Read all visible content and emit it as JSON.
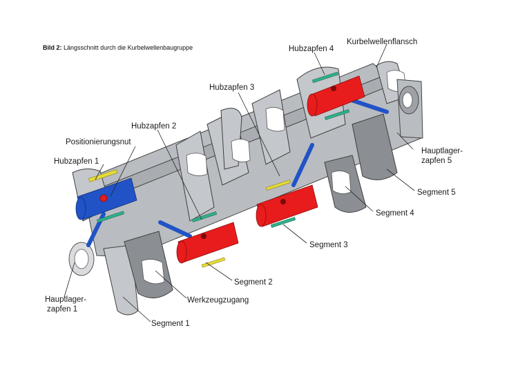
{
  "caption": {
    "prefix": "Bild 2:",
    "text": "Längsschnitt durch die Kurbelwellenbaugruppe"
  },
  "labels": {
    "kurbelwellenflansch": "Kurbelwellenflansch",
    "hubzapfen4": "Hubzapfen 4",
    "hubzapfen3": "Hubzapfen 3",
    "hubzapfen2": "Hubzapfen 2",
    "positionierungsnut": "Positionierungsnut",
    "hubzapfen1": "Hubzapfen 1",
    "hauptlager5_l1": "Hauptlager-",
    "hauptlager5_l2": "zapfen 5",
    "segment5": "Segment 5",
    "segment4": "Segment 4",
    "segment3": "Segment 3",
    "segment2": "Segment 2",
    "werkzeugzugang": "Werkzeugzugang",
    "segment1": "Segment 1",
    "hauptlager1_l1": "Hauptlager-",
    "hauptlager1_l2": "zapfen 1"
  },
  "colors": {
    "steel": "#b9bcc0",
    "oil_channel": "#2153c7",
    "crankpin": "#e81c1c",
    "bearing_yellow": "#e6dc3a",
    "bearing_green": "#2fb08a"
  }
}
